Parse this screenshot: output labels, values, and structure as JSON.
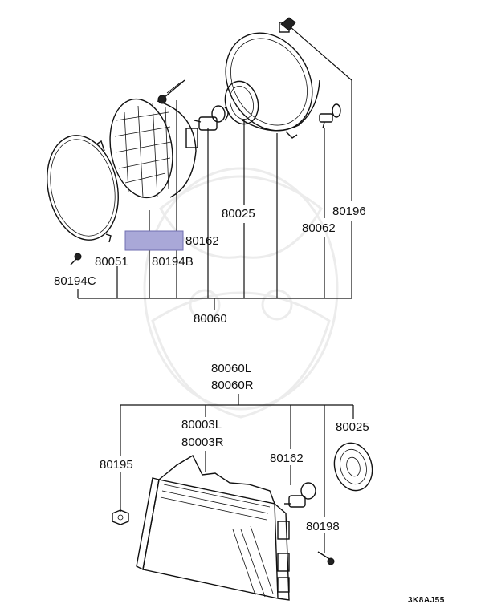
{
  "labels": {
    "p80051": "80051",
    "p80194C": "80194C",
    "p80162_top": "80162",
    "p80194B": "80194B",
    "p80025_top": "80025",
    "p80062": "80062",
    "p80196": "80196",
    "p80060": "80060",
    "p80060L": "80060L",
    "p80060R": "80060R",
    "p80003L": "80003L",
    "p80003R": "80003R",
    "p80025_bottom": "80025",
    "p80195": "80195",
    "p80162_bottom": "80162",
    "p80198": "80198"
  },
  "diagram_code": "3K8AJ55",
  "highlight_color": "#a9a8d8"
}
